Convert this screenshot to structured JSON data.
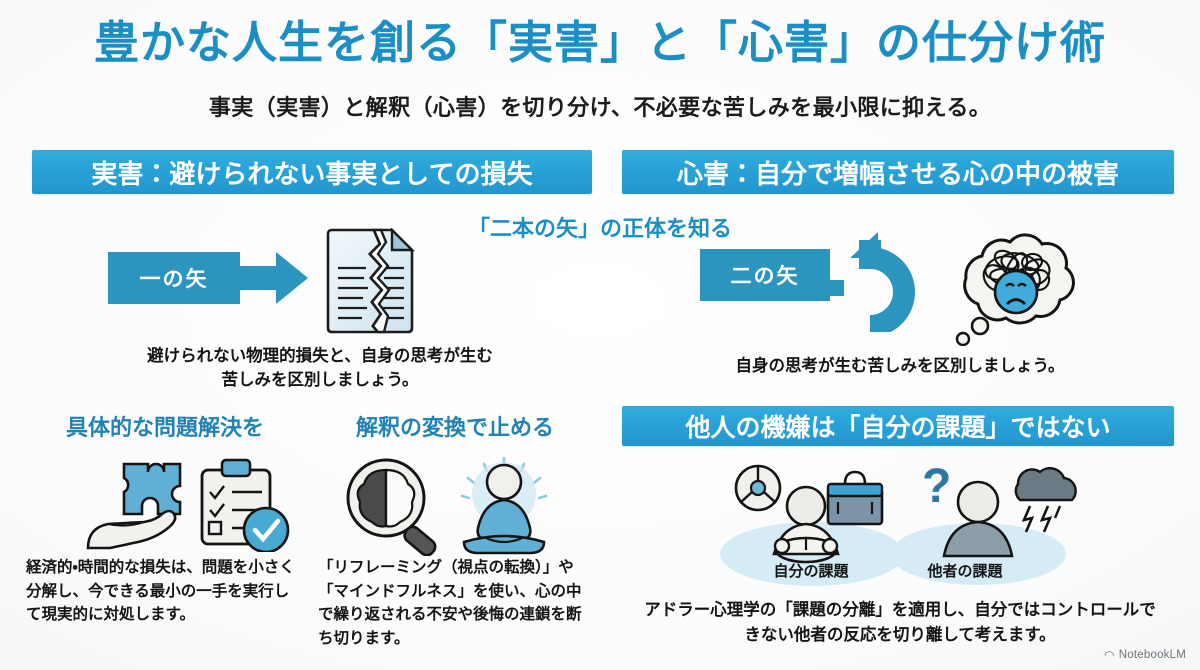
{
  "header": {
    "title": "豊かな人生を創る「実害」と「心害」の仕分け術",
    "subtitle": "事実（実害）と解釈（心害）を切り分け、不必要な苦しみを最小限に抑える。",
    "title_color": "#1b8fc4"
  },
  "center": {
    "label": "「二本の矢」の正体を知る"
  },
  "sections": {
    "left": {
      "band_label": "実害：避けられない事実としての損失",
      "arrow_pill": "一の矢",
      "arrow_icon": "right-arrow-icon",
      "result_icon": "torn-document-icon",
      "caption_line1": "避けられない物理的損失と、自身の思考が生む",
      "caption_line2": "苦しみを区別しましょう。"
    },
    "right": {
      "band_label": "心害：自分で増幅させる心の中の被害",
      "arrow_pill": "二の矢",
      "arrow_icon": "spiral-arrow-icon",
      "result_icon": "thought-cloud-tangled-icon",
      "caption": "自身の思考が生む苦しみを区別しましょう。"
    }
  },
  "bottom": {
    "col_a": {
      "heading": "具体的な問題解決を",
      "icons": [
        "puzzle-on-hand-icon",
        "clipboard-checklist-icon",
        "check-circle-icon"
      ],
      "body": "経済的・時間的な損失は、問題を小さく分解し、今できる最小の一手を実行して現実的に対処します。"
    },
    "col_b": {
      "heading": "解釈の変換で止める",
      "icons": [
        "brain-magnifier-icon",
        "meditating-person-icon"
      ],
      "body": "「リフレーミング（視点の転換）」や「マインドフルネス」を使い、心の中で繰り返される不安や後悔の連鎖を断ち切ります。"
    },
    "col_c": {
      "band_label": "他人の機嫌は「自分の課題」ではない",
      "ellipse_self_label": "自分の課題",
      "ellipse_other_label": "他者の課題",
      "self_icons": [
        "steering-wheel-icon",
        "toolbox-icon",
        "person-driving-icon"
      ],
      "other_icons": [
        "question-mark-icon",
        "person-icon",
        "storm-cloud-icon"
      ],
      "body": "アドラー心理学の「課題の分離」を適用し、自分ではコントロールできない他者の反応を切り離して考えます。"
    }
  },
  "watermark": {
    "glyph": "◠",
    "text": "NotebookLM"
  },
  "colors": {
    "accent_blue": "#2ba4da",
    "band_blue": "#27a0d6",
    "pill_blue": "#2b95c0",
    "heading_blue": "#2183b4",
    "icon_blue": "#5fb0d4",
    "ellipse_fill": "#d5ecf6",
    "text_dark": "#141414"
  }
}
